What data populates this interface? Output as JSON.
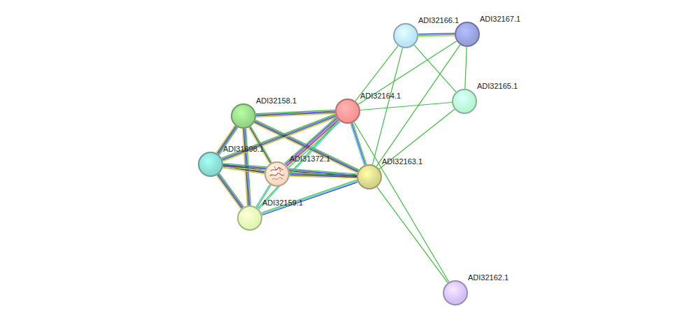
{
  "diagram": {
    "nodes": [
      {
        "text": [
          "ADI32166.1"
        ]
      },
      {
        "text": [
          "ADI32167.1"
        ]
      },
      {
        "text": [
          "ADI32158.1"
        ]
      },
      {
        "text": [
          "ADI32164.1"
        ]
      },
      {
        "text": [
          "ADI32165.1"
        ]
      },
      {
        "text": [
          "ADI31698.1"
        ]
      },
      {
        "text": [
          "ADI31372.1"
        ]
      },
      {
        "text": [
          "ADI32163.1"
        ]
      },
      {
        "text": [
          "ADI32159.1"
        ]
      },
      {
        "text": [
          "ADI32162.1"
        ]
      }
    ],
    "edges": [
      {
        "from": 0,
        "to": 3,
        "arrow": "none"
      },
      {
        "from": 0,
        "to": 7,
        "arrow": "none"
      },
      {
        "from": 0,
        "to": 4,
        "arrow": "none"
      },
      {
        "from": 0,
        "to": 1,
        "arrow": "none"
      },
      {
        "from": 1,
        "to": 3,
        "arrow": "none"
      },
      {
        "from": 1,
        "to": 7,
        "arrow": "none"
      },
      {
        "from": 1,
        "to": 4,
        "arrow": "none"
      },
      {
        "from": 3,
        "to": 4,
        "arrow": "none"
      },
      {
        "from": 4,
        "to": 7,
        "arrow": "none"
      },
      {
        "from": 3,
        "to": 9,
        "arrow": "none"
      },
      {
        "from": 7,
        "to": 9,
        "arrow": "none"
      },
      {
        "from": 3,
        "to": 7,
        "arrow": "none"
      },
      {
        "from": 2,
        "to": 3,
        "arrow": "none"
      },
      {
        "from": 2,
        "to": 5,
        "arrow": "none"
      },
      {
        "from": 2,
        "to": 6,
        "arrow": "none"
      },
      {
        "from": 2,
        "to": 8,
        "arrow": "none"
      },
      {
        "from": 2,
        "to": 7,
        "arrow": "none"
      },
      {
        "from": 5,
        "to": 6,
        "arrow": "none"
      },
      {
        "from": 5,
        "to": 3,
        "arrow": "none"
      },
      {
        "from": 5,
        "to": 7,
        "arrow": "none"
      },
      {
        "from": 5,
        "to": 8,
        "arrow": "none"
      },
      {
        "from": 6,
        "to": 3,
        "arrow": "none"
      },
      {
        "from": 6,
        "to": 7,
        "arrow": "none"
      },
      {
        "from": 6,
        "to": 8,
        "arrow": "none"
      },
      {
        "from": 8,
        "to": 3,
        "arrow": "none"
      },
      {
        "from": 8,
        "to": 7,
        "arrow": "none"
      }
    ]
  }
}
